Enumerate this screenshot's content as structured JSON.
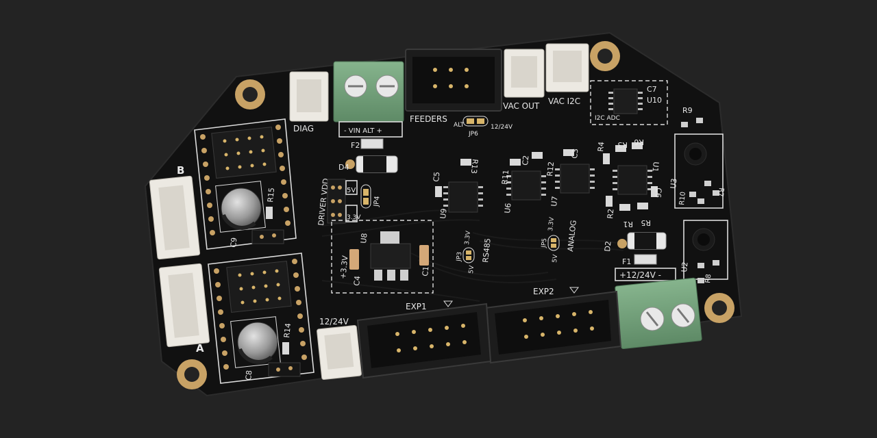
{
  "board": {
    "colors": {
      "background": "#232323",
      "pcb": "#111111",
      "silkscreen": "#e6e6e6",
      "terminal_green": "#74a37c",
      "jst_white": "#ece9e2",
      "pad_gold": "#c8a265"
    },
    "connectors": {
      "diag": "DIAG",
      "feeders": "FEEDERS",
      "vac_out": "VAC OUT",
      "vac_i2c": "VAC I2C",
      "exp1": "EXP1",
      "exp2": "EXP2",
      "power_12_24v": "12/24V",
      "axis_a": "A",
      "axis_b": "B"
    },
    "terminals": {
      "vin_alt": "-  VIN ALT  +",
      "power_main": "+12/24V  -"
    },
    "labels": {
      "driver_vdd": "DRIVER VDD",
      "v5": "5V",
      "v33": "3.3V",
      "plus_33v": "+3.3V",
      "rs485": "RS485",
      "analog": "ANALOG",
      "i2c_adc": "I2C ADC",
      "alt": "ALT",
      "v12_24": "12/24V"
    },
    "refdes": {
      "c1": "C1",
      "c2": "C2",
      "c3": "C3",
      "c4": "C4",
      "c5": "C5",
      "c6": "C6",
      "c7": "C7",
      "c8": "C8",
      "c9": "C9",
      "r1": "R1",
      "r2": "R2",
      "r3": "R3",
      "r4": "R4",
      "r5": "R5",
      "r6": "R6",
      "r7": "R7",
      "r8": "R8",
      "r9": "R9",
      "r10": "R10",
      "r11": "R11",
      "r12": "R12",
      "r13": "R13",
      "r14": "R14",
      "r15": "R15",
      "u1": "U1",
      "u2": "U2",
      "u3": "U3",
      "u6": "U6",
      "u7": "U7",
      "u8": "U8",
      "u9": "U9",
      "u10": "U10",
      "d2": "D2",
      "d4": "D4",
      "f1": "F1",
      "f2": "F2",
      "jp3": "JP3",
      "jp4": "JP4",
      "jp5": "JP5",
      "jp6": "JP6"
    }
  }
}
